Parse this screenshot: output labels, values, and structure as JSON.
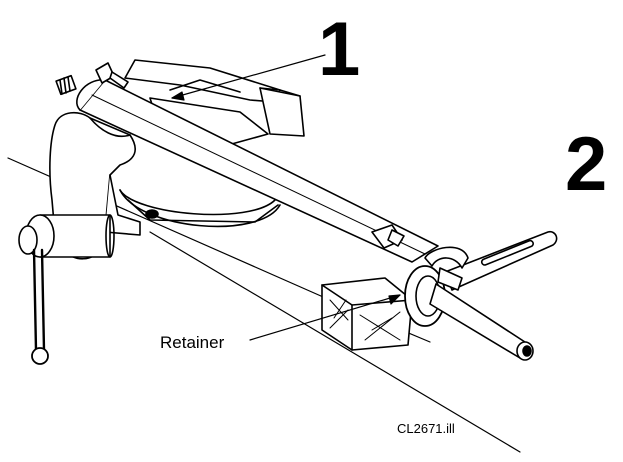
{
  "figure": {
    "step_labels": [
      "1",
      "2"
    ],
    "callout": "Retainer",
    "figure_id": "CL2671.ill"
  }
}
